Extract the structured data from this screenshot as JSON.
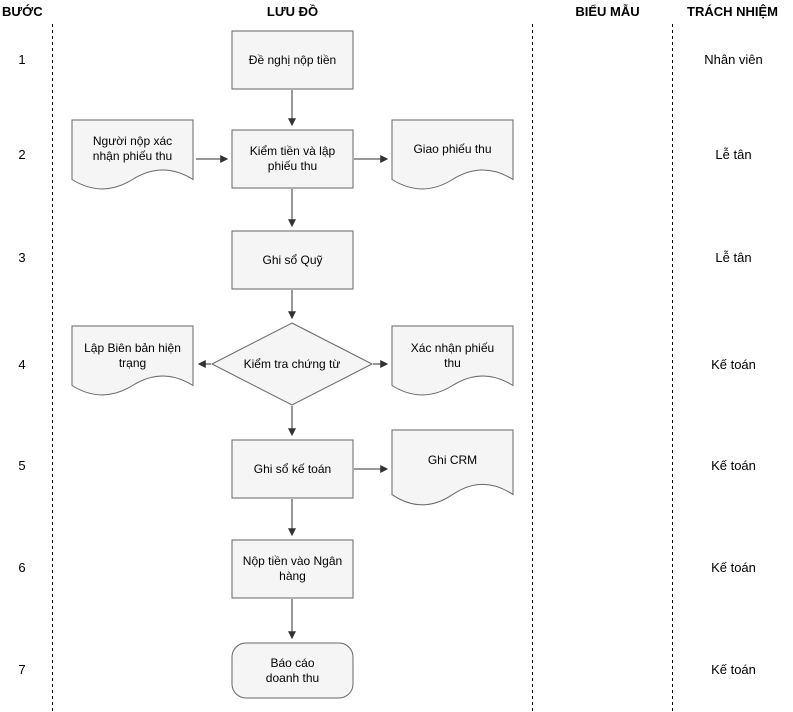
{
  "columns": {
    "step": "BƯỚC",
    "flow": "LƯU ĐỒ",
    "form": "BIỂU MẪU",
    "responsibility": "TRÁCH NHIỆM"
  },
  "rows": [
    {
      "step": "1",
      "responsibility": "Nhân viên"
    },
    {
      "step": "2",
      "responsibility": "Lễ tân"
    },
    {
      "step": "3",
      "responsibility": "Lễ tân"
    },
    {
      "step": "4",
      "responsibility": "Kế toán"
    },
    {
      "step": "5",
      "responsibility": "Kế toán"
    },
    {
      "step": "6",
      "responsibility": "Kế toán"
    },
    {
      "step": "7",
      "responsibility": "Kế toán"
    }
  ],
  "flowchart": {
    "nodes": {
      "step1_process": "Đề nghị nộp tiền",
      "step2_doc_left": "Người nộp xác\nnhận phiếu thu",
      "step2_process": "Kiểm tiền và lập\nphiếu thu",
      "step2_doc_right": "Giao phiếu thu",
      "step3_process": "Ghi sổ Quỹ",
      "step4_doc_left": "Lập Biên bản hiện\ntrạng",
      "step4_decision": "Kiểm tra chứng từ",
      "step4_doc_right": "Xác nhận phiếu\nthu",
      "step5_process": "Ghi sổ kế toán",
      "step5_doc_right": "Ghi CRM",
      "step6_process": "Nộp tiền vào Ngân\nhàng",
      "step7_terminator": "Báo cáo\ndoanh thu"
    },
    "edges": [
      {
        "from": "step1_process",
        "to": "step2_process"
      },
      {
        "from": "step2_doc_left",
        "to": "step2_process"
      },
      {
        "from": "step2_process",
        "to": "step2_doc_right"
      },
      {
        "from": "step2_process",
        "to": "step3_process"
      },
      {
        "from": "step3_process",
        "to": "step4_decision"
      },
      {
        "from": "step4_decision",
        "to": "step4_doc_left"
      },
      {
        "from": "step4_decision",
        "to": "step4_doc_right"
      },
      {
        "from": "step4_decision",
        "to": "step5_process"
      },
      {
        "from": "step5_process",
        "to": "step5_doc_right"
      },
      {
        "from": "step5_process",
        "to": "step6_process"
      },
      {
        "from": "step6_process",
        "to": "step7_terminator"
      }
    ]
  },
  "colors": {
    "shape_fill": "#f5f5f5",
    "shape_stroke": "#666666",
    "line": "#333333",
    "divider": "#000000",
    "text": "#000000"
  }
}
